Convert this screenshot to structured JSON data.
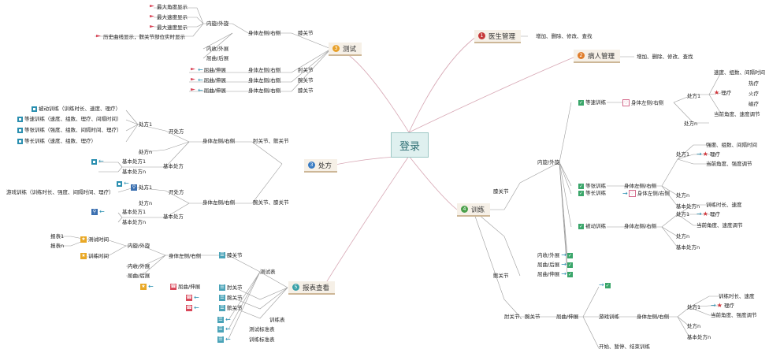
{
  "center": {
    "label": "登录"
  },
  "topics": {
    "doctor": {
      "num": "1",
      "label": "医生管理",
      "color": "#c63a3a"
    },
    "patient": {
      "num": "2",
      "label": "病人管理",
      "color": "#e07d2a"
    },
    "test": {
      "num": "3",
      "label": "测试",
      "color": "#e8a12b"
    },
    "prescription": {
      "num": "3",
      "label": "处方",
      "color": "#3a7cc3"
    },
    "training": {
      "num": "4",
      "label": "训练",
      "color": "#4aa04a"
    },
    "report": {
      "num": "5",
      "label": "报表查看",
      "color": "#3aa1a8"
    }
  },
  "doctor": {
    "ops": "增加、删除、修改、查找"
  },
  "patient": {
    "ops": "增加、删除、修改、查找"
  },
  "test": {
    "knee": "膝关节",
    "side": "身体左侧/右侧",
    "inout": "内旋/外旋",
    "max_angle": "最大角度显示",
    "max_speed": "最大速度显示",
    "max_force": "最大速度显示",
    "history": "历史曲线显示，髌关节部位实时显示",
    "inner": "内收/外展",
    "flex": "屈曲/后展",
    "flexext1": "屈曲/伸展",
    "side1": "身体左侧/右侧",
    "joint1": "肘关节",
    "flexext2": "屈曲/伸展",
    "side2": "身体左侧/右侧",
    "joint2": "腕关节",
    "flexext3": "屈曲/伸展",
    "side3": "身体左侧/右侧",
    "joint3": "膝关节"
  },
  "prescription": {
    "passive": "被动训练（训练时长、速度、理疗）",
    "isokinetic": "等速训练（速度、组数、理疗、间隔时间）",
    "isotonic": "等张训练（强度、组数、间隔时间、理疗）",
    "isometric": "等长训练（速度、组数、理疗）",
    "rx1": "处方1",
    "rxn": "处方n",
    "open": "开处方",
    "side": "身体左侧/右侧",
    "joints": "肘关节、髌关节",
    "base1": "基本处方1",
    "basen": "基本处方n",
    "base": "基本处方",
    "rx1b": "处方1",
    "free": "游戏训练（训练时长、强度、间隔时间、理疗）",
    "rxnb": "处方n",
    "openb": "开处方",
    "sideb": "身体左侧/右侧",
    "jointsb": "腕关节、膝关节",
    "base1b": "基本处方1",
    "basenb": "基本处方n",
    "baseb": "基本处方"
  },
  "report": {
    "r1": "报表1",
    "rn": "报表n",
    "testtime": "测试时间",
    "trainttime": "训练时间",
    "inout": "内旋/外旋",
    "side": "身体左侧/右侧",
    "knee": "膝关节",
    "inner": "内收/外展",
    "flex": "屈曲/后展",
    "flexext": "屈曲/伸展",
    "elbow": "肘关节",
    "wrist": "腕关节",
    "hip": "髌关节",
    "testtable": "测试表",
    "traintable": "训练表",
    "teststd": "测试标准表",
    "trainstd": "训练标准表"
  },
  "training": {
    "knee": "膝关节",
    "inout": "内旋/外旋",
    "isokinetic": "等速训练",
    "side": "身体左侧/右侧",
    "rx1": "处方1",
    "speed": "速度、组数、间隔时间",
    "therapy": "理疗",
    "hot": "热疗",
    "fire": "火疗",
    "cold": "磁疗",
    "angle": "当前角度、速度调节",
    "rxn": "处方n",
    "isotonic": "等张训练",
    "side2": "身体左侧/右侧",
    "rx1b": "处方1",
    "strength": "强度、组数、间隔时间",
    "therapy2": "理疗",
    "angle2": "当前角度、强度调节",
    "rxn2": "处方n",
    "base2": "基本处方n",
    "isometric": "等长训练",
    "side3": "身体左侧/右侧",
    "passive": "被动训练",
    "side4": "身体左侧/右侧",
    "rx1c": "处方1",
    "time": "训练时长、速度",
    "therapy3": "理疗",
    "angle3": "当前角度、速度调节",
    "rxn3": "处方n",
    "base3": "基本处方n",
    "inner": "内收/外展",
    "flex": "屈曲/后展",
    "flexext": "屈曲/伸展",
    "hipjoint": "髌关节",
    "flexext2": "屈曲/伸展",
    "elbowwrist": "肘关节、腕关节",
    "flexext3": "屈曲/伸展",
    "game": "游戏训练",
    "side5": "身体左侧/右侧",
    "rx1d": "处方1",
    "time2": "训练时长、速度",
    "therapy4": "理疗",
    "angle4": "当前角度、强度调节",
    "rxn4": "处方n",
    "base4": "基本处方n",
    "controls": "开始、暂停、结束训练"
  }
}
